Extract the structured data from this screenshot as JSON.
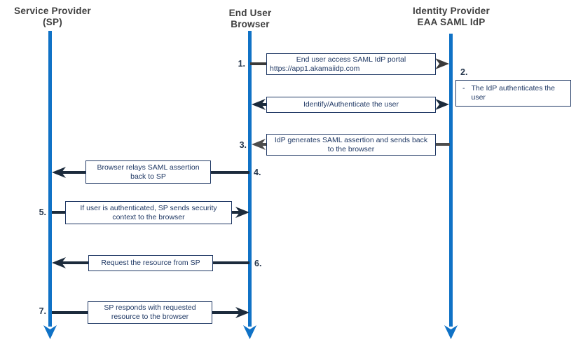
{
  "actors": {
    "sp": {
      "line1": "Service Provider",
      "line2": "(SP)"
    },
    "browser": {
      "line1": "End User",
      "line2": "Browser"
    },
    "idp": {
      "line1": "Identity Provider",
      "line2": "EAA SAML IdP"
    }
  },
  "messages": {
    "m1": {
      "number": "1.",
      "text1": "End user access SAML IdP portal",
      "text2": "https://app1.akamaiidp.com"
    },
    "m2": {
      "number": "2.",
      "bullet": "-",
      "text": "The IdP authenticates the user"
    },
    "m3": {
      "text": "Identify/Authenticate the user"
    },
    "m4": {
      "number": "3.",
      "text1": "IdP generates SAML assertion and sends back",
      "text2": "to the browser"
    },
    "m5": {
      "number": "4.",
      "text1": "Browser relays SAML assertion",
      "text2": "back to SP"
    },
    "m6": {
      "number": "5.",
      "text1": "If user is authenticated, SP sends security",
      "text2": "context to the browser"
    },
    "m7": {
      "number": "6.",
      "text": "Request the resource from SP"
    },
    "m8": {
      "number": "7.",
      "text1": "SP responds with requested",
      "text2": "resource to the browser"
    }
  },
  "colors": {
    "lifeline_blue": "#1072C6",
    "box_border_navy": "#1F3864",
    "box_text_navy": "#1F3864",
    "arrow_navy": "#1C2B3C",
    "arrow_gray": "#4D4D4D",
    "arrow_dark_gray": "#3A3A3A",
    "header_gray": "#3F3F3F",
    "number_label": "#26374D"
  }
}
